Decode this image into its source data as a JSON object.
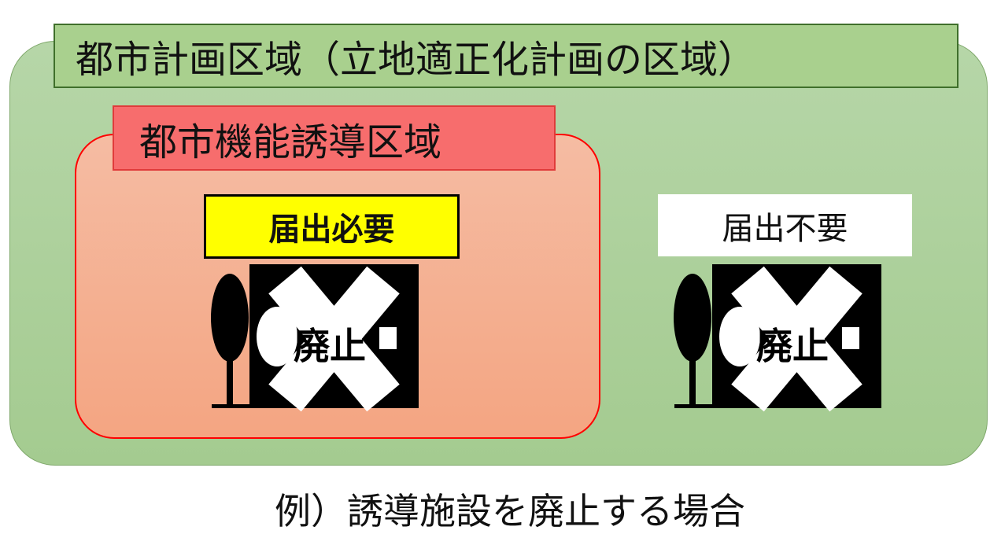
{
  "outer_area": {
    "label": "都市計画区域（立地適正化計画の区域）"
  },
  "inner_area": {
    "label": "都市機能誘導区域"
  },
  "left_case": {
    "badge": "届出必要",
    "facility_label": "廃止"
  },
  "right_case": {
    "badge": "届出不要",
    "facility_label": "廃止"
  },
  "caption": "例）誘導施設を廃止する場合",
  "colors": {
    "outer_fill": "#a9d08e",
    "inner_fill": "#f4b183",
    "inner_label_fill": "#f76d6d",
    "required_badge_fill": "#ffff00",
    "not_required_badge_fill": "#ffffff"
  },
  "icons": {
    "left_facility": [
      "tree-icon",
      "building-icon",
      "cross-mark-icon"
    ],
    "right_facility": [
      "tree-icon",
      "building-icon",
      "cross-mark-icon"
    ]
  }
}
